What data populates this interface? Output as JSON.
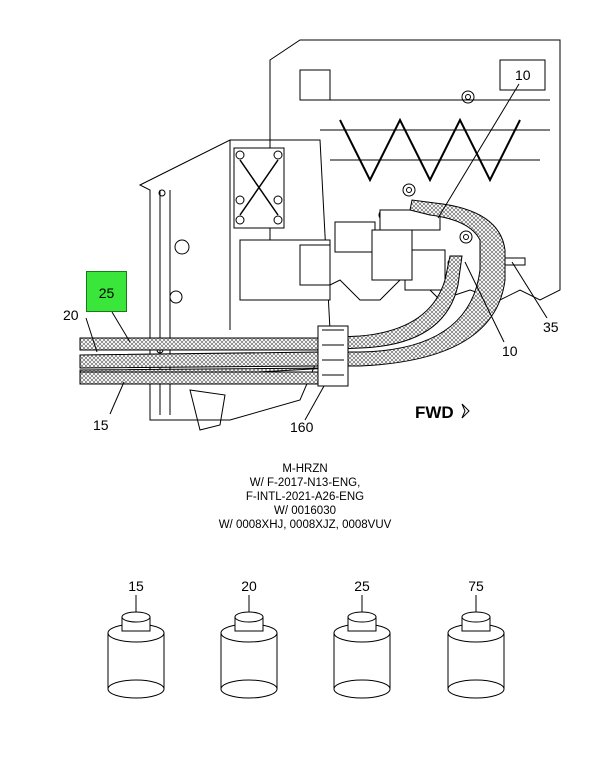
{
  "callouts": {
    "c10_top": "10",
    "c10_bottom": "10",
    "c35": "35",
    "c20": "20",
    "c15": "15",
    "c160": "160",
    "c25": "25"
  },
  "fwd_label": "FWD",
  "highlight_color": "#39e639",
  "applicability_lines": [
    "M-HRZN",
    "W/ F-2017-N13-ENG,",
    "F-INTL-2021-A26-ENG",
    "W/ 0016030",
    "W/ 0008XHJ, 0008XJZ, 0008VUV"
  ],
  "kits": [
    {
      "label": "15"
    },
    {
      "label": "20"
    },
    {
      "label": "25"
    },
    {
      "label": "75"
    }
  ]
}
